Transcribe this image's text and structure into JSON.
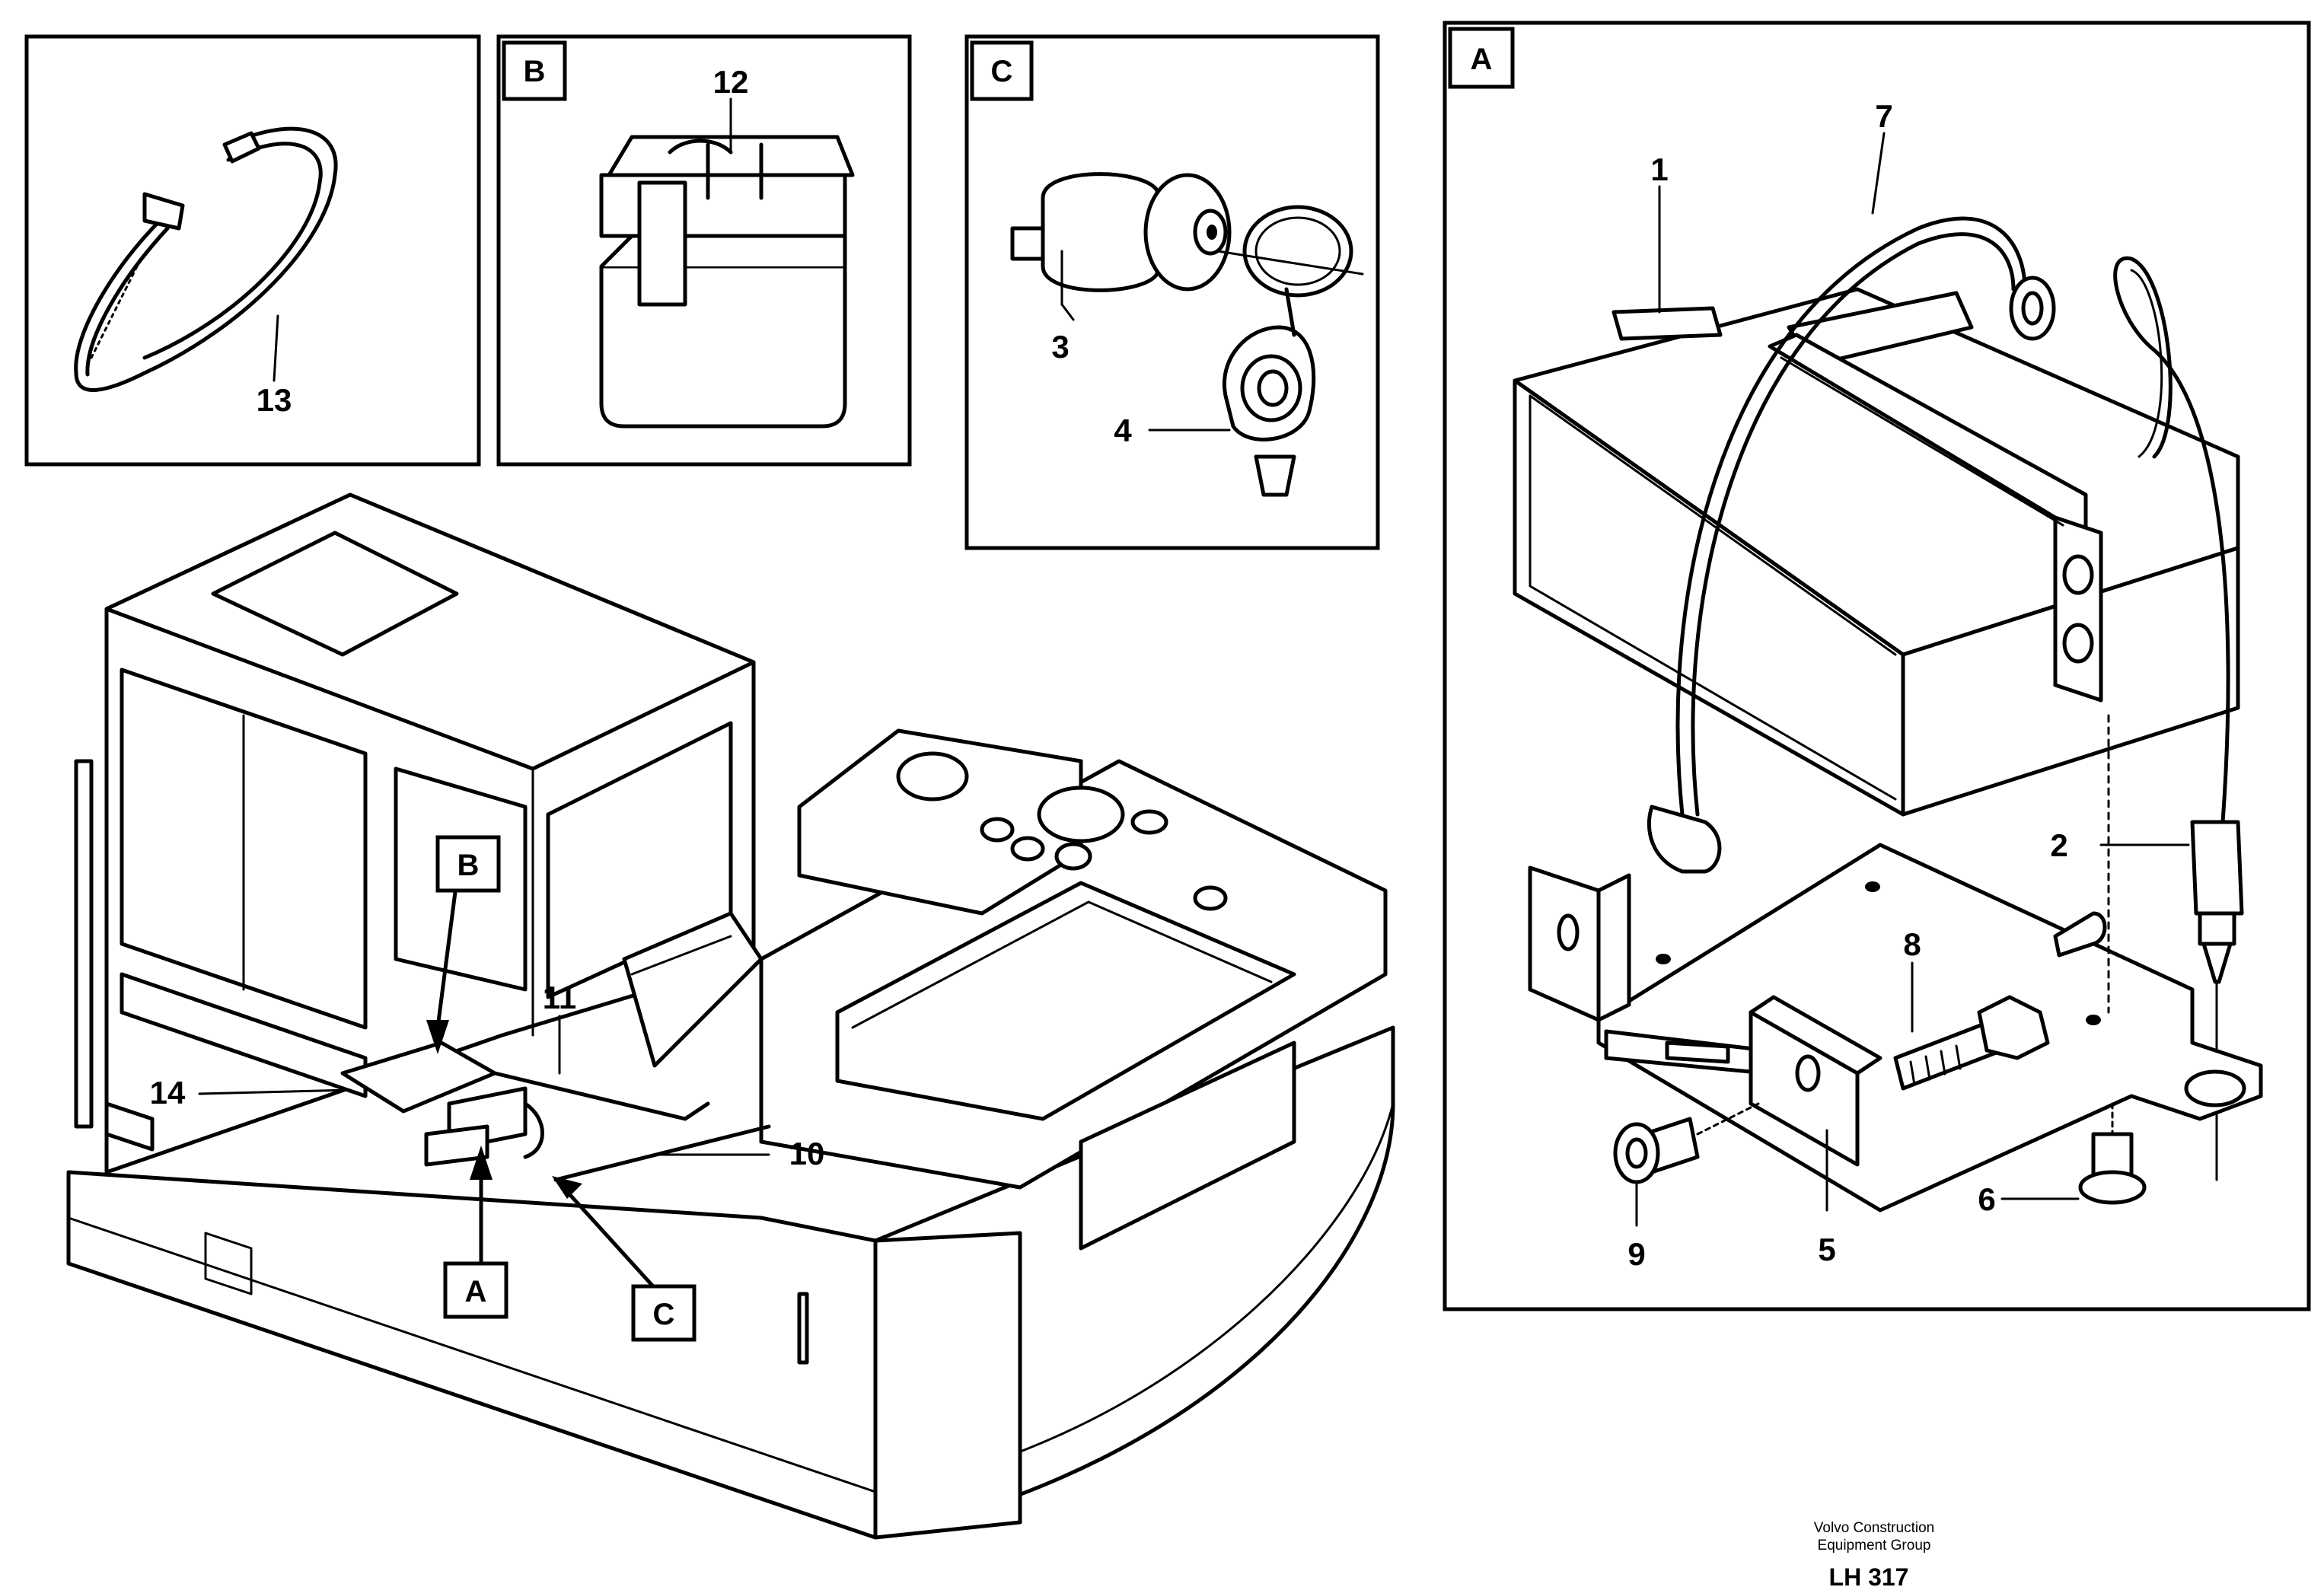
{
  "panels": {
    "ring": {
      "callout": "13"
    },
    "b": {
      "label": "B",
      "callout": "12"
    },
    "c": {
      "label": "C",
      "callout_3": "3",
      "callout_4": "4"
    },
    "a": {
      "label": "A",
      "callouts": [
        "1",
        "7",
        "2",
        "8",
        "6",
        "9",
        "5"
      ]
    }
  },
  "machine": {
    "callouts": {
      "c11": "11",
      "c14": "14",
      "c10": "10"
    },
    "tags": {
      "b": "B",
      "a": "A",
      "c": "C"
    }
  },
  "footer": {
    "company_line1": "Volvo Construction",
    "company_line2": "Equipment Group",
    "code": "LH 317"
  }
}
